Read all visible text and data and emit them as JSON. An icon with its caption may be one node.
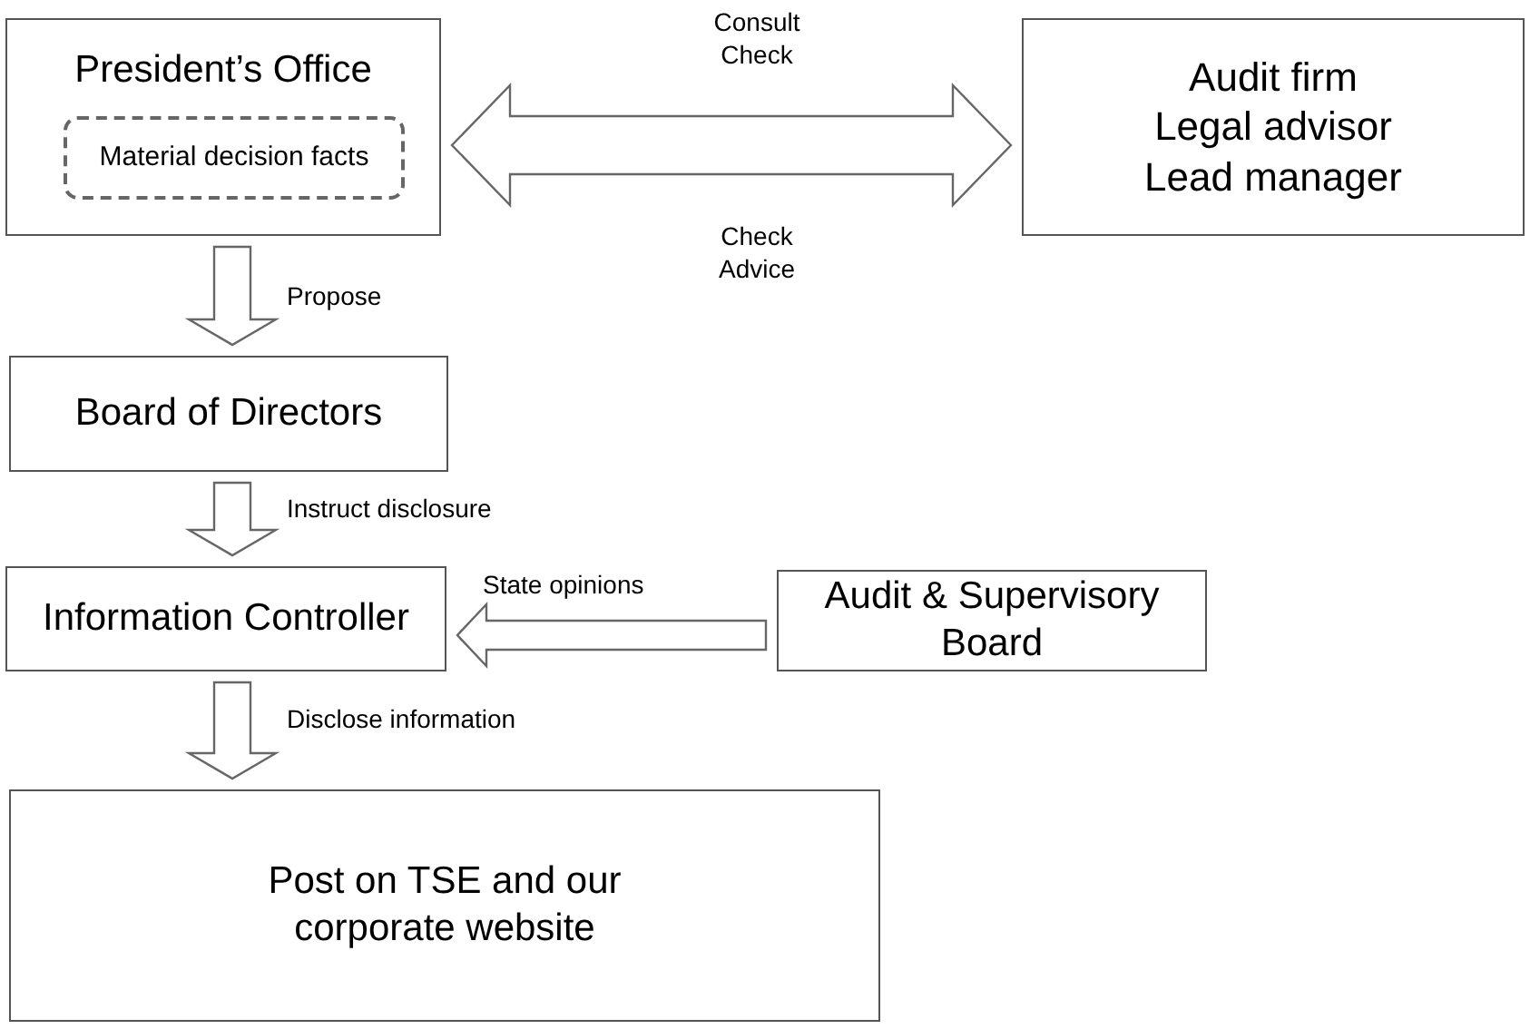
{
  "diagram": {
    "nodes": [
      {
        "text": [
          "President’s Office"
        ]
      },
      {
        "text": [
          "Material decision facts"
        ],
        "in": 0
      },
      {
        "text": [
          "Audit firm",
          "Legal advisor",
          "Lead manager"
        ]
      },
      {
        "text": [
          "Board of Directors"
        ]
      },
      {
        "text": [
          "Information Controller"
        ]
      },
      {
        "text": [
          "Audit & Supervisory Board"
        ]
      },
      {
        "text": [
          "Post on TSE and our corporate website"
        ]
      }
    ],
    "edges": [
      {
        "from": 0,
        "to": 2,
        "arrow": "both",
        "label": "Consult Check"
      },
      {
        "from": 0,
        "to": 3,
        "arrow": "to",
        "label": "Propose"
      },
      {
        "from": 3,
        "to": 4,
        "arrow": "to",
        "label": "Instruct disclosure"
      },
      {
        "from": 5,
        "to": 4,
        "arrow": "to",
        "label": "State opinions"
      },
      {
        "from": 4,
        "to": 6,
        "arrow": "to",
        "label": "Disclose information"
      }
    ],
    "labels": [
      "Check Advice"
    ]
  }
}
